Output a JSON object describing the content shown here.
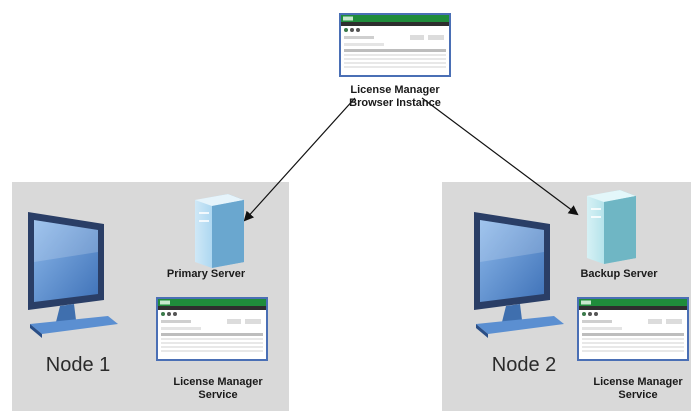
{
  "browser_instance": {
    "label_line1": "License Manager",
    "label_line2": "Browser Instance"
  },
  "node1": {
    "title": "Node 1",
    "server_label": "Primary Server",
    "service_label_line1": "License Manager",
    "service_label_line2": "Service"
  },
  "node2": {
    "title": "Node 2",
    "server_label": "Backup Server",
    "service_label_line1": "License Manager",
    "service_label_line2": "Service"
  },
  "colors": {
    "panel": "#d9d9d9",
    "app_header": "#1f8c3b",
    "monitor_blue": "#5b8fd1",
    "server_blue": "#8fc4e8"
  }
}
